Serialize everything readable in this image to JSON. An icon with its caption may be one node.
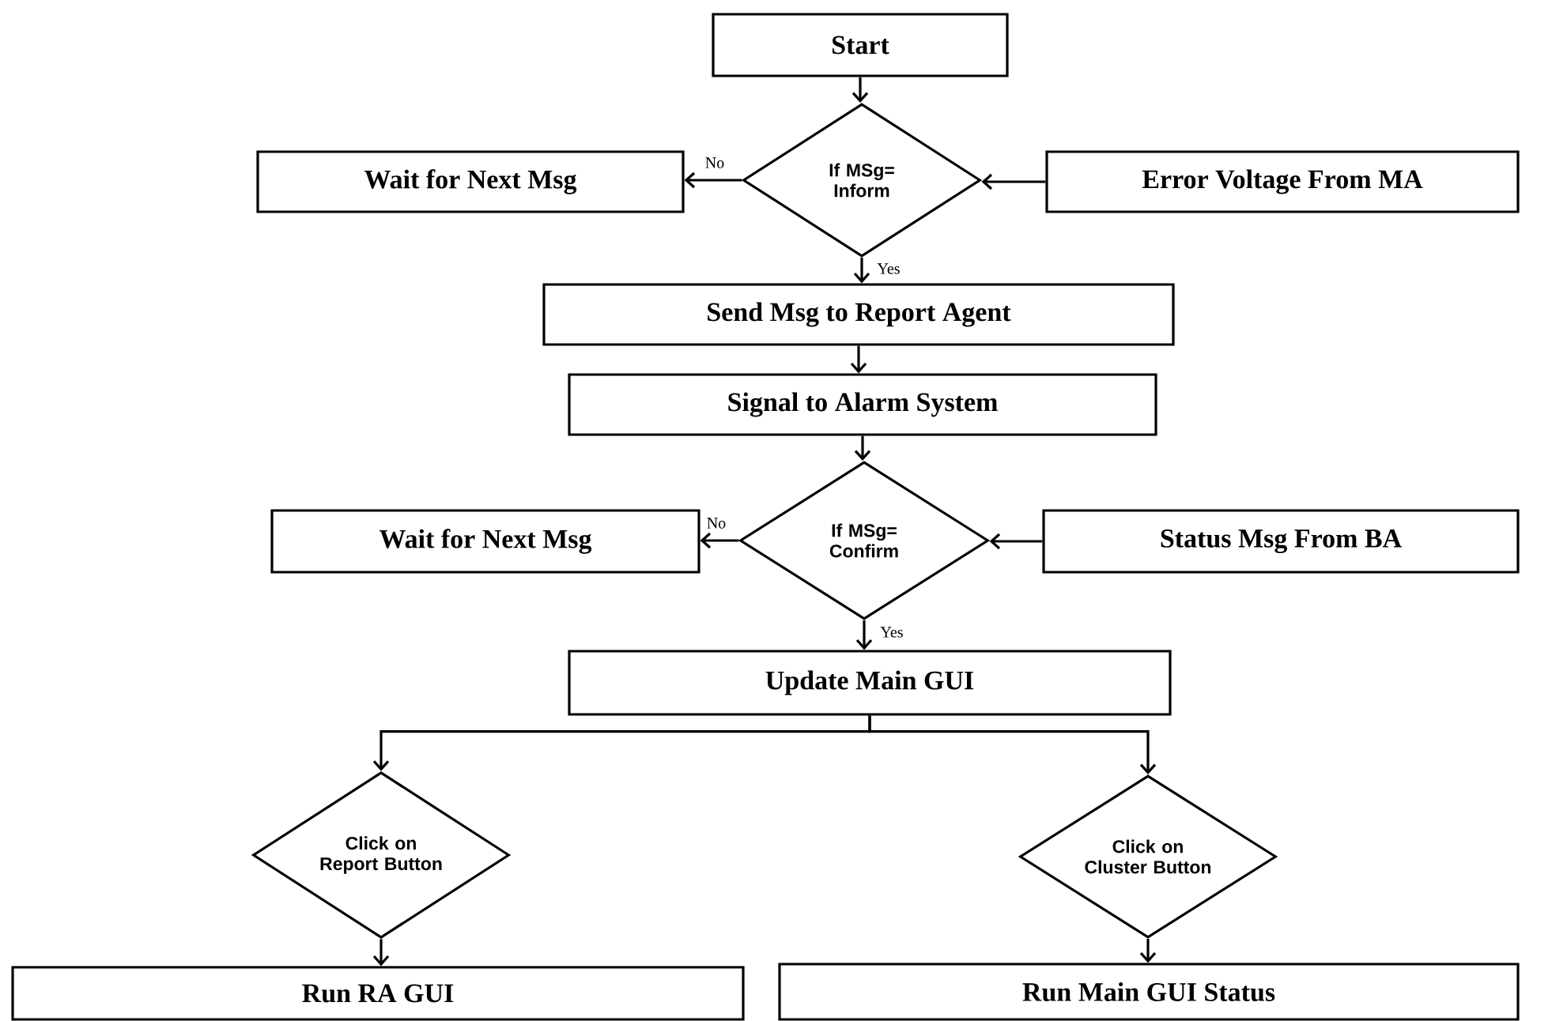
{
  "diagram": {
    "nodes": [
      {
        "text": [
          "Start"
        ]
      },
      {
        "text": [
          "If MSg= Inform"
        ]
      },
      {
        "text": [
          "Wait for Next Msg"
        ]
      },
      {
        "text": [
          "Error Voltage From MA"
        ]
      },
      {
        "text": [
          "Send Msg to Report Agent"
        ]
      },
      {
        "text": [
          "Signal to Alarm System"
        ]
      },
      {
        "text": [
          "If MSg= Confirm"
        ]
      },
      {
        "text": [
          "Wait for Next Msg"
        ]
      },
      {
        "text": [
          "Status Msg From BA"
        ]
      },
      {
        "text": [
          "Update Main GUI"
        ]
      },
      {
        "text": [
          "Click on Report Button"
        ]
      },
      {
        "text": [
          "Click on Cluster Button"
        ]
      },
      {
        "text": [
          "Run RA GUI"
        ]
      },
      {
        "text": [
          "Run Main GUI Status"
        ]
      }
    ],
    "edges": [
      {
        "from": 0,
        "to": 1,
        "arrow": "to"
      },
      {
        "from": 1,
        "to": 2,
        "arrow": "to",
        "label": "No"
      },
      {
        "from": 3,
        "to": 1,
        "arrow": "to"
      },
      {
        "from": 1,
        "to": 4,
        "arrow": "to",
        "label": "Yes"
      },
      {
        "from": 4,
        "to": 5,
        "arrow": "to"
      },
      {
        "from": 5,
        "to": 6,
        "arrow": "to"
      },
      {
        "from": 6,
        "to": 7,
        "arrow": "to",
        "label": "No"
      },
      {
        "from": 8,
        "to": 6,
        "arrow": "to"
      },
      {
        "from": 6,
        "to": 9,
        "arrow": "to",
        "label": "Yes"
      },
      {
        "from": 9,
        "to": 10,
        "arrow": "to"
      },
      {
        "from": 9,
        "to": 11,
        "arrow": "to"
      },
      {
        "from": 10,
        "to": 12,
        "arrow": "to"
      },
      {
        "from": 11,
        "to": 13,
        "arrow": "to"
      }
    ]
  }
}
